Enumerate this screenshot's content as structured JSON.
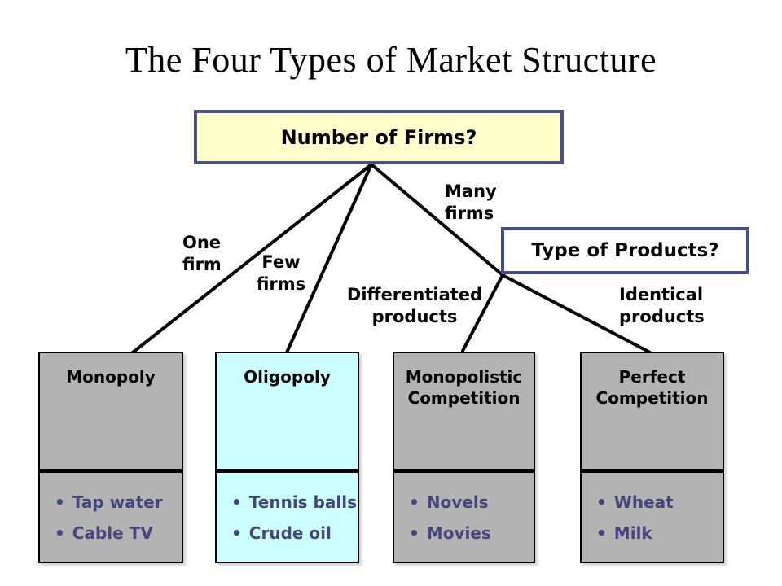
{
  "title": "The Four Types of Market Structure",
  "ui": {
    "bullet": "•"
  },
  "decision_nodes": {
    "number_of_firms": "Number of Firms?",
    "type_of_products": "Type of Products?"
  },
  "branch_labels": {
    "one_firm": "One\nfirm",
    "few_firms": "Few\nfirms",
    "many_firms": "Many\nfirms",
    "differentiated_products": "Differentiated\nproducts",
    "identical_products": "Identical\nproducts"
  },
  "tree": {
    "root": "Number of Firms?",
    "branches": [
      {
        "label": "One firm",
        "target": "Monopoly"
      },
      {
        "label": "Few firms",
        "target": "Oligopoly"
      },
      {
        "label": "Many firms",
        "target": "Type of Products?"
      }
    ],
    "product_branches": [
      {
        "label": "Differentiated products",
        "target": "Monopolistic Competition"
      },
      {
        "label": "Identical products",
        "target": "Perfect Competition"
      }
    ]
  },
  "market_structures": [
    {
      "name": "Monopoly",
      "examples": [
        "Tap water",
        "Cable TV"
      ],
      "highlighted": false
    },
    {
      "name": "Oligopoly",
      "examples": [
        "Tennis balls",
        "Crude oil"
      ],
      "highlighted": true
    },
    {
      "name": "Monopolistic Competition",
      "examples": [
        "Novels",
        "Movies"
      ],
      "highlighted": false
    },
    {
      "name": "Perfect Competition",
      "examples": [
        "Wheat",
        "Milk"
      ],
      "highlighted": false
    }
  ],
  "colors": {
    "background": "#FFFFFF",
    "title_text": "#000000",
    "firms_box_fill": "#FFFFCC",
    "firms_box_border": "#4A5284",
    "products_box_fill": "#FFFFFF",
    "products_box_border": "#454E8C",
    "market_box_gray": "#B3B3B3",
    "market_box_cyan": "#CCFFFF",
    "example_text": "#45457F",
    "line_color": "#000000"
  }
}
